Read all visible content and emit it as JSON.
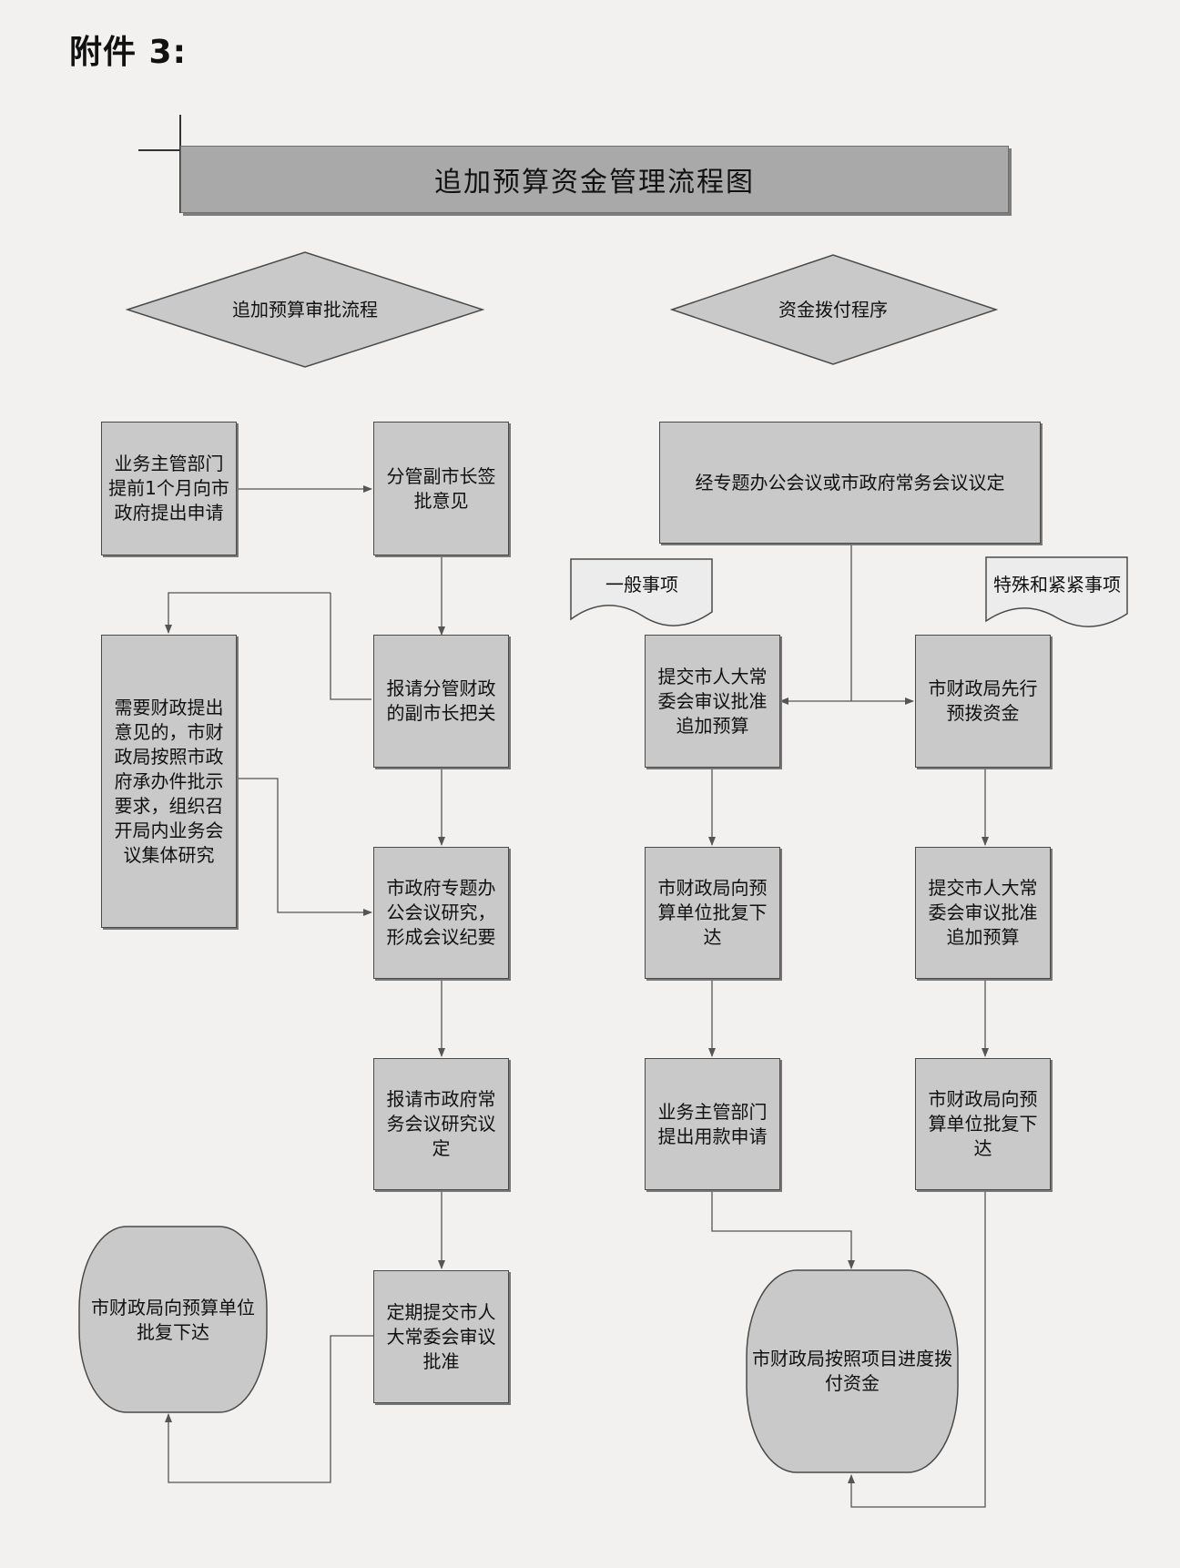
{
  "page_label": "附件 3:",
  "title": "追加预算资金管理流程图",
  "left": {
    "header": "追加预算审批流程",
    "apply": "业务主管部门提前1个月向市政府提出申请",
    "deputy_sign": "分管副市长签批意见",
    "finance_study": "需要财政提出意见的，市财政局按照市政府承办件批示要求，组织召开局内业务会议集体研究",
    "finance_deputy": "报请分管财政的副市长把关",
    "special_meeting": "市政府专题办公会议研究，形成会议纪要",
    "executive_meeting": "报请市政府常务会议研究议定",
    "npc_submit": "定期提交市人大常委会审议批准",
    "terminal": "市财政局向预算单位批复下达"
  },
  "right": {
    "header": "资金拨付程序",
    "decision": "经专题办公会议或市政府常务会议议定",
    "general_label": "一般事项",
    "special_label": "特殊和紧紧事项",
    "general_npc": "提交市人大常委会审议批准追加预算",
    "general_reply": "市财政局向预算单位批复下达",
    "general_apply": "业务主管部门提出用款申请",
    "special_advance": "市财政局先行预拨资金",
    "special_npc": "提交市人大常委会审议批准追加预算",
    "special_reply": "市财政局向预算单位批复下达",
    "terminal": "市财政局按照项目进度拨付资金"
  },
  "colors": {
    "box_fill": "#c9c9c9",
    "title_fill": "#a9a9a9",
    "line": "#555555"
  }
}
